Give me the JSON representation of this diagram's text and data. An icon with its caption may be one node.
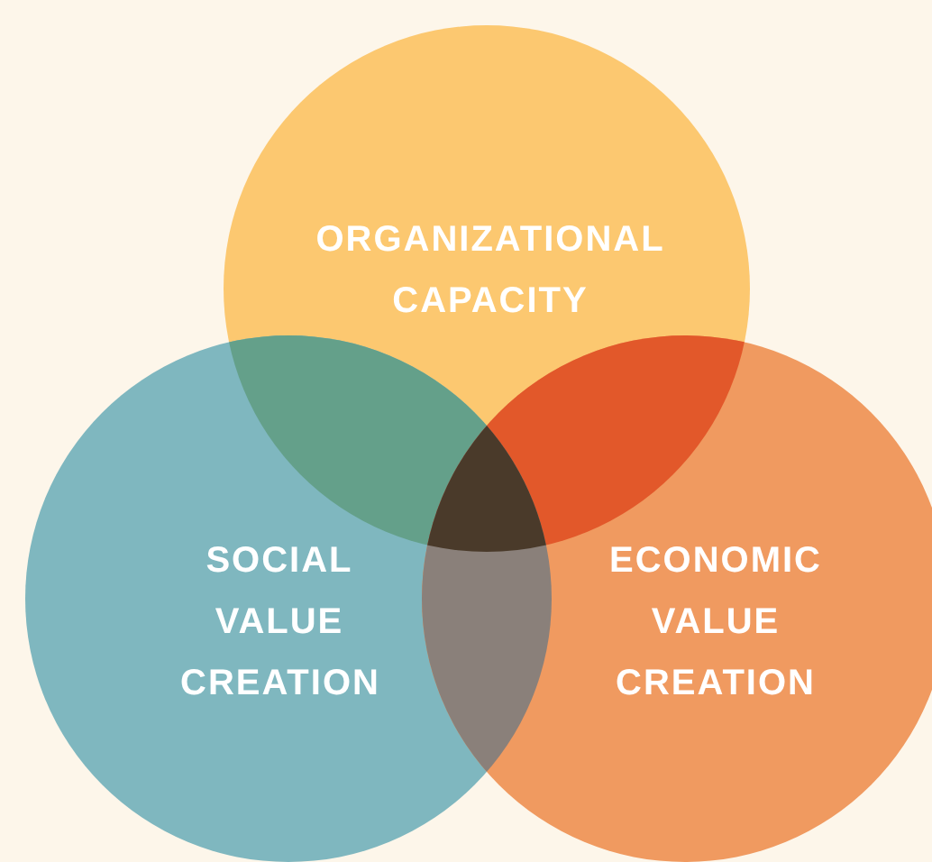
{
  "diagram": {
    "nodes": [
      {
        "text": [
          "ORGANIZATIONAL CAPACITY"
        ]
      },
      {
        "text": [
          "SOCIAL VALUE CREATION"
        ]
      },
      {
        "text": [
          "ECONOMIC VALUE CREATION"
        ]
      }
    ]
  }
}
